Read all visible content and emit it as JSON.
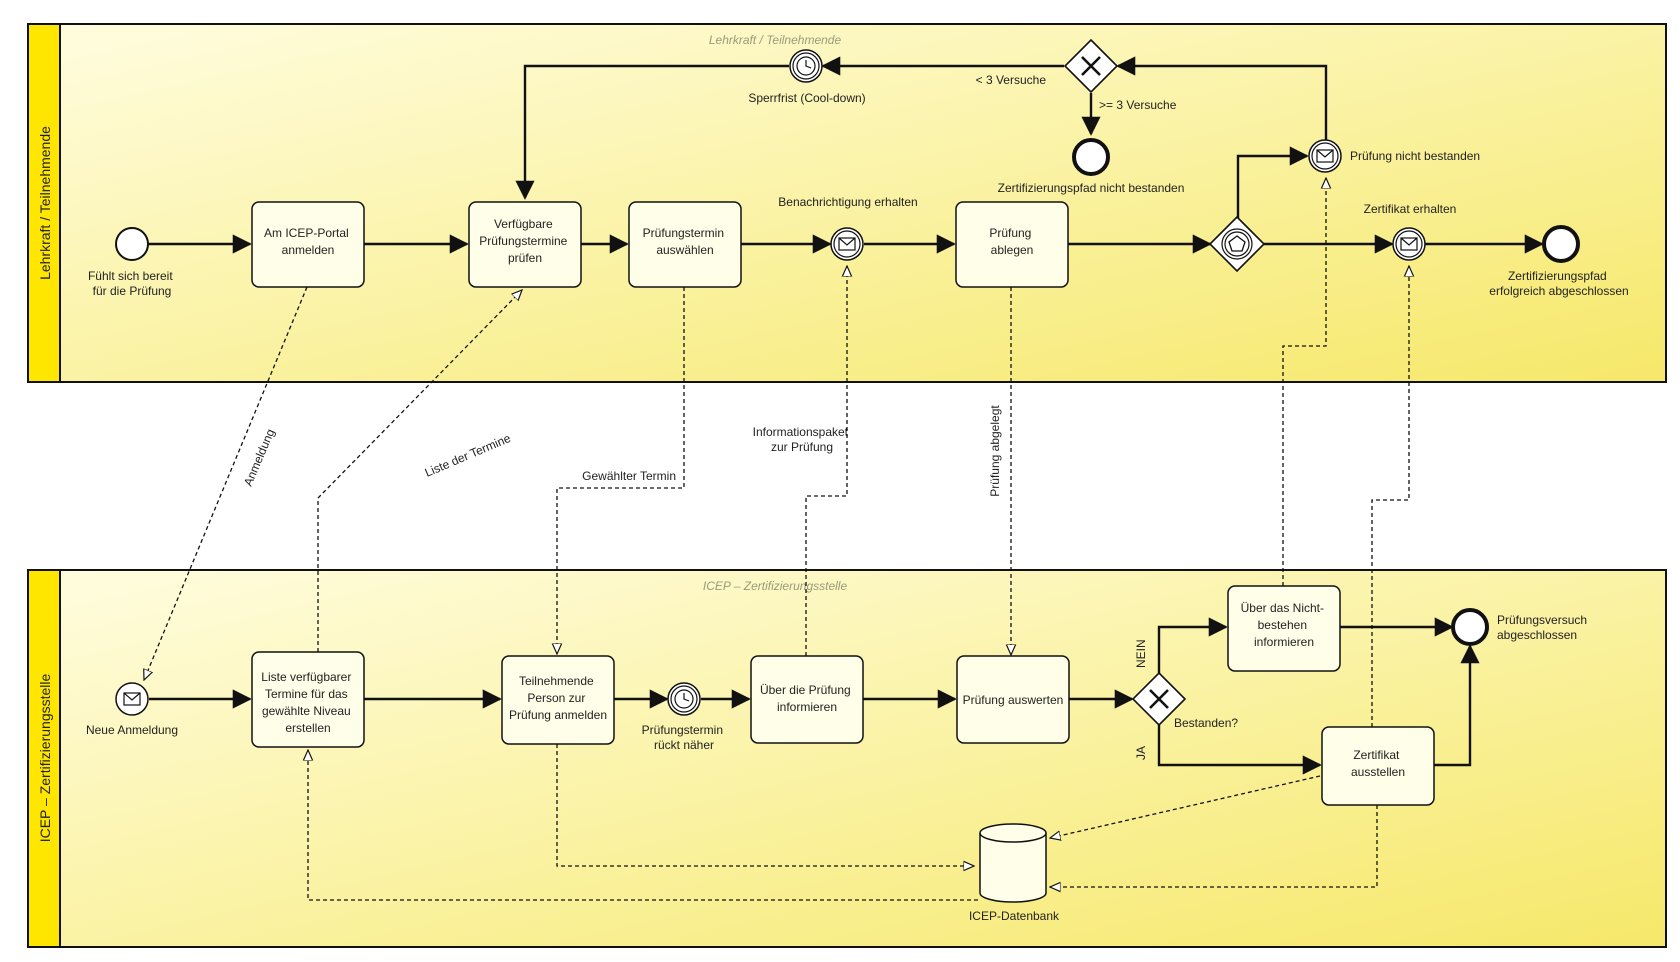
{
  "pools": {
    "top": {
      "label": "Lehrkraft / Teilnehmende",
      "title": "Lehrkraft / Teilnehmende"
    },
    "bottom": {
      "label": "ICEP – Zertifizierungsstelle",
      "title": "ICEP – Zertifizierungsstelle"
    }
  },
  "events": {
    "start_ready": [
      "Fühlt sich bereit",
      "für die Prüfung"
    ],
    "timer_cooldown": [
      "Sperrfrist (Cool-down)"
    ],
    "end_failed_path": [
      "Zertifizierungspfad nicht bestanden"
    ],
    "msg_notification": [
      "Benachrichtigung erhalten"
    ],
    "msg_not_passed": [
      "Prüfung nicht bestanden"
    ],
    "msg_certificate": [
      "Zertifikat erhalten"
    ],
    "end_success": [
      "Zertifizierungspfad",
      "erfolgreich abgeschlossen"
    ],
    "start_new_registration": [
      "Neue Anmeldung"
    ],
    "timer_date_near": [
      "Prüfungstermin",
      "rückt näher"
    ],
    "end_attempt_done": [
      "Prüfungsversuch",
      "abgeschlossen"
    ]
  },
  "tasks": {
    "login_portal": [
      "Am ICEP-Portal",
      "anmelden"
    ],
    "check_dates": [
      "Verfügbare",
      "Prüfungstermine",
      "prüfen"
    ],
    "choose_date": [
      "Prüfungstermin",
      "auswählen"
    ],
    "take_exam": [
      "Prüfung",
      "ablegen"
    ],
    "create_list": [
      "Liste verfügbarer",
      "Termine für das",
      "gewählte Niveau",
      "erstellen"
    ],
    "register_person": [
      "Teilnehmende",
      "Person zur",
      "Prüfung anmelden"
    ],
    "inform_exam": [
      "Über die Prüfung",
      "informieren"
    ],
    "evaluate_exam": [
      "Prüfung auswerten"
    ],
    "inform_fail": [
      "Über das Nicht-",
      "bestehen",
      "informieren"
    ],
    "issue_certificate": [
      "Zertifikat",
      "ausstellen"
    ]
  },
  "gateways": {
    "attempts_label_lt3": "< 3 Versuche",
    "attempts_label_ge3": ">= 3 Versuche",
    "passed_question": "Bestanden?",
    "branch_no": "NEIN",
    "branch_yes": "JA"
  },
  "messages": {
    "registration": "Anmeldung",
    "dates_list": "Liste der Termine",
    "chosen_date": "Gewählter Termin",
    "info_package": [
      "Informationspaket",
      "zur Prüfung"
    ],
    "exam_taken": "Prüfung abgelegt"
  },
  "datastore": {
    "label": "ICEP-Datenbank"
  },
  "colors": {
    "lane_fill_start": "#fffde0",
    "lane_fill_end": "#f7ea6a",
    "lane_band": "#ffe600",
    "task_fill": "#fffee8",
    "stroke": "#111111"
  }
}
